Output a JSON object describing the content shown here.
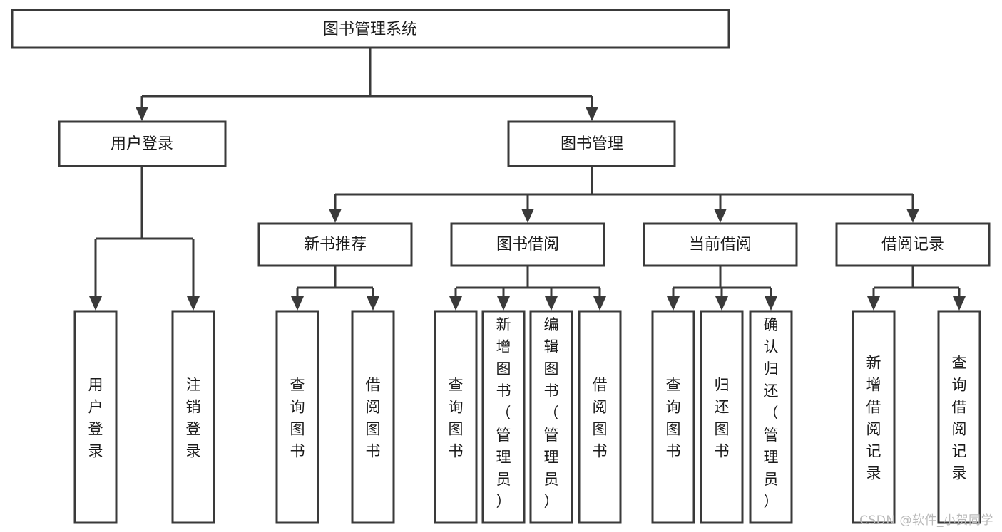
{
  "diagram": {
    "type": "tree",
    "title": "图书管理系统",
    "orientation": "top-down",
    "style": {
      "box_fill": "#ffffff",
      "box_stroke": "#3a3a3a",
      "connector_color": "#3a3a3a",
      "text_color": "#1b1b1b",
      "background": "#ffffff"
    },
    "root": {
      "label": "图书管理系统",
      "orientation": "horizontal"
    },
    "level2": [
      {
        "label": "用户登录",
        "orientation": "horizontal"
      },
      {
        "label": "图书管理",
        "orientation": "horizontal"
      }
    ],
    "level3": [
      {
        "label": "新书推荐",
        "orientation": "horizontal",
        "parent": "图书管理"
      },
      {
        "label": "图书借阅",
        "orientation": "horizontal",
        "parent": "图书管理"
      },
      {
        "label": "当前借阅",
        "orientation": "horizontal",
        "parent": "图书管理"
      },
      {
        "label": "借阅记录",
        "orientation": "horizontal",
        "parent": "图书管理"
      }
    ],
    "leaves": [
      {
        "label": "用户登录",
        "orientation": "vertical",
        "parent": "用户登录",
        "align": "middle"
      },
      {
        "label": "注销登录",
        "orientation": "vertical",
        "parent": "用户登录",
        "align": "middle"
      },
      {
        "label": "查询图书",
        "orientation": "vertical",
        "parent": "新书推荐",
        "align": "middle"
      },
      {
        "label": "借阅图书",
        "orientation": "vertical",
        "parent": "新书推荐",
        "align": "middle"
      },
      {
        "label": "查询图书",
        "orientation": "vertical",
        "parent": "图书借阅",
        "align": "middle"
      },
      {
        "label": "新增图书（管理员）",
        "orientation": "vertical",
        "parent": "图书借阅",
        "align": "top"
      },
      {
        "label": "编辑图书（管理员）",
        "orientation": "vertical",
        "parent": "图书借阅",
        "align": "top"
      },
      {
        "label": "借阅图书",
        "orientation": "vertical",
        "parent": "图书借阅",
        "align": "middle"
      },
      {
        "label": "查询图书",
        "orientation": "vertical",
        "parent": "当前借阅",
        "align": "middle"
      },
      {
        "label": "归还图书",
        "orientation": "vertical",
        "parent": "当前借阅",
        "align": "middle"
      },
      {
        "label": "确认归还（管理员）",
        "orientation": "vertical",
        "parent": "当前借阅",
        "align": "top"
      },
      {
        "label": "新增借阅记录",
        "orientation": "vertical",
        "parent": "借阅记录",
        "align": "middle"
      },
      {
        "label": "查询借阅记录",
        "orientation": "vertical",
        "parent": "借阅记录",
        "align": "middle"
      }
    ]
  },
  "watermark": {
    "text": "CSDN @软件_小贺同学"
  }
}
